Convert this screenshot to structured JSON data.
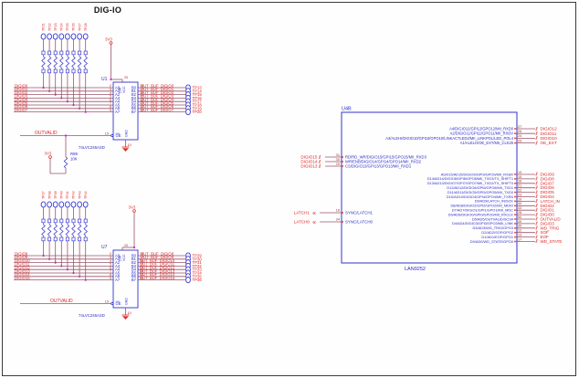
{
  "title": "DIG-IO",
  "colors": {
    "chip_outline": "#4444d0",
    "pin_text": "#2a2ac8",
    "pin_number": "#a0342c",
    "net_label": "#dd2222",
    "wire": "#9a5568",
    "junction": "#ee00ee",
    "power": "#e03030",
    "testpoint_outline": "#3a3ad0"
  },
  "left": {
    "buffers": [
      {
        "ref": "U1",
        "part": "74LVC245ASD",
        "power_net": "3V3",
        "tp_top": [
          "TP21",
          "TP22",
          "TP23",
          "TP24",
          "TP25",
          "TP26",
          "TP27",
          "TP28"
        ],
        "inputs": [
          "DIGIO0",
          "DIGIO1",
          "DIGIO2",
          "DIGIO3",
          "DIGIO4",
          "DIGIO5",
          "DIGIO6",
          "DIGIO7"
        ],
        "input_pins": [
          "2",
          "3",
          "4",
          "5",
          "6",
          "7",
          "8",
          "9"
        ],
        "a_labels": [
          "A0",
          "A1",
          "A2",
          "A3",
          "A4",
          "A5",
          "A6",
          "A7"
        ],
        "b_labels": [
          "B0",
          "B1",
          "B2",
          "B3",
          "B4",
          "B5",
          "B6",
          "B7"
        ],
        "output_pins": [
          "18",
          "17",
          "16",
          "15",
          "14",
          "13",
          "12",
          "11"
        ],
        "outputs": [
          "OUT_BUF_DIGIO0",
          "OUT_BUF_DIGIO1",
          "OUT_BUF_DIGIO2",
          "OUT_BUF_DIGIO3",
          "OUT_BUF_DIGIO4",
          "OUT_BUF_DIGIO5",
          "OUT_BUF_DIGIO6",
          "OUT_BUF_DIGIO7"
        ],
        "tp_right": [
          "TP13",
          "TP14",
          "TP15",
          "TP16",
          "TP17",
          "TP18",
          "TP19",
          "TP20"
        ],
        "oe_net": "OUTVALID",
        "oe_pin": "19",
        "oe_label": "OE",
        "dir_label": "DIR",
        "vcc_label": "VCC",
        "vcc_pin": "20",
        "gnd_label": "GND",
        "gnd_pin": "10"
      },
      {
        "ref": "U7",
        "part": "74LVC245ASD",
        "power_net": "3V3",
        "tp_top": [
          "TP37",
          "TP38",
          "TP39",
          "TP40",
          "TP41",
          "TP42",
          "TP43",
          "TP44"
        ],
        "inputs": [
          "DIGIO8",
          "DIGIO9",
          "DIGIO10",
          "DIGIO11",
          "DIGIO12",
          "DIGIO13",
          "DIGIO14",
          "DIGIO15"
        ],
        "input_pins": [
          "2",
          "3",
          "4",
          "5",
          "6",
          "7",
          "8",
          "9"
        ],
        "a_labels": [
          "A0",
          "A1",
          "A2",
          "A3",
          "A4",
          "A5",
          "A6",
          "A7"
        ],
        "b_labels": [
          "B0",
          "B1",
          "B2",
          "B3",
          "B4",
          "B5",
          "B6",
          "B7"
        ],
        "output_pins": [
          "18",
          "17",
          "16",
          "15",
          "14",
          "13",
          "12",
          "11"
        ],
        "outputs": [
          "OUT_BUF_DIGIO8",
          "OUT_BUF_DIGIO9",
          "OUT_BUF_DIGIO10",
          "OUT_BUF_DIGIO11",
          "OUT_BUF_DIGIO12",
          "OUT_BUF_DIGIO13",
          "OUT_BUF_DIGIO14",
          "OUT_BUF_DIGIO15"
        ],
        "tp_right": [
          "TP29",
          "TP30",
          "TP31",
          "TP32",
          "TP33",
          "TP34",
          "TP35",
          "TP36"
        ],
        "oe_net": "OUTVALID",
        "oe_pin": "19",
        "oe_label": "OE",
        "dir_label": "DIR",
        "vcc_label": "VCC",
        "vcc_pin": "20",
        "gnd_label": "GND",
        "gnd_pin": "10"
      }
    ],
    "pullup": {
      "ref": "R89",
      "value": "10K",
      "net": "3V3"
    }
  },
  "right": {
    "ref": "U4B",
    "part": "LAN9252",
    "top_right_pins": [
      {
        "name": "A4/DIGIO12/GPI12/GPO12/MII_RXD0",
        "pin": "27",
        "net": "DIGIO12"
      },
      {
        "name": "A2/DIGIO11/GPI11/GPO11/MII_RXDV",
        "pin": "26",
        "net": "DIGIO11"
      },
      {
        "name": "A3/ALEHI/DIGIO10/GPI10/GPO10/LINKACTLED2/MII_LINKPOL/LED_POL4",
        "pin": "24",
        "net": "DIGIO10"
      },
      {
        "name": "A1/ALELO/OE_EXT/MII_CLK25",
        "pin": "25",
        "net": "OE_EXT"
      }
    ],
    "left_pins": [
      {
        "name": "RD/RD_WR/DIGIO15/GPI15/GPO15/MII_RXD3",
        "pin": "31",
        "net": "DIGIO15"
      },
      {
        "name": "WR/ENB/DIGIO14/GPI14/GPO14/MII_RXD2",
        "pin": "30",
        "net": "DIGIO14"
      },
      {
        "name": "CS/DIGIO13/GPI13/GPO13/MII_RXD1",
        "pin": "29",
        "net": "DIGIO13"
      }
    ],
    "latch_pins": [
      {
        "name": "SYNC/LATCH1",
        "pin": "18",
        "net": "LATCH1"
      },
      {
        "name": "SYNC/LATCH0",
        "pin": "34",
        "net": "LATCH0"
      }
    ],
    "mid_right_pins": [
      {
        "name": "A0/D15/AD15/DIGIO9/GPI9/GPO9/MII_RXER",
        "pin": "13",
        "net": "DIGIO9"
      },
      {
        "name": "D14/AD14/DIGIO8/GPI8/GPO8/MII_TXD3/TX_SHIFT1",
        "pin": "15",
        "net": "DIGIO8"
      },
      {
        "name": "D13/AD13/DIGIO7/GPI7/GPO7/MII_TXD2/TX_SHIFT0",
        "pin": "16",
        "net": "DIGIO7"
      },
      {
        "name": "D12/AD12/DIGIO6/GPI6/GPO6/MII_TXD1",
        "pin": "21",
        "net": "DIGIO6"
      },
      {
        "name": "D11/AD11/DIGIO5/GPI5/GPO5/MII_TXD0",
        "pin": "22",
        "net": "DIGIO5"
      },
      {
        "name": "D10/AD10/DIGIO4/GPI4/GPO4/MII_TXEN",
        "pin": "23",
        "net": "DIGIO4"
      },
      {
        "name": "D9/AD9/LATCH_IN/SCK",
        "pin": "19",
        "net": "LATCH_IN"
      },
      {
        "name": "D8/AD8/DIGIO2/GPI2/GPO2/MII_MDIO",
        "pin": "40",
        "net": "DIGIO2"
      },
      {
        "name": "D7/AD7/DIGIO1/GPI1/GPO1/MII_MDC",
        "pin": "43",
        "net": "DIGIO1"
      },
      {
        "name": "D6/AD6/DIGIO0/GPI0/GPO0/MII_RXCLK",
        "pin": "28",
        "net": "DIGIO0"
      },
      {
        "name": "D5/AD5/OUTVALID/SCS#",
        "pin": "50",
        "net": "OUTVALID"
      },
      {
        "name": "D4/AD4/DIGIO3/GPI3/GPO3/MII_LINK",
        "pin": "49",
        "net": "DIGIO3"
      },
      {
        "name": "D3/AD3/WD_TRIG/GPO3",
        "pin": "35",
        "net": "WD_TRIG"
      },
      {
        "name": "D2/AD2/SOF/GPO2",
        "pin": "12",
        "net": "SOF"
      },
      {
        "name": "D1/AD1/EOF/GPO1",
        "pin": "13",
        "net": "EOF"
      },
      {
        "name": "D0/AD0/WD_STATE/GPO0",
        "pin": "17",
        "net": "WD_STATE"
      }
    ]
  }
}
